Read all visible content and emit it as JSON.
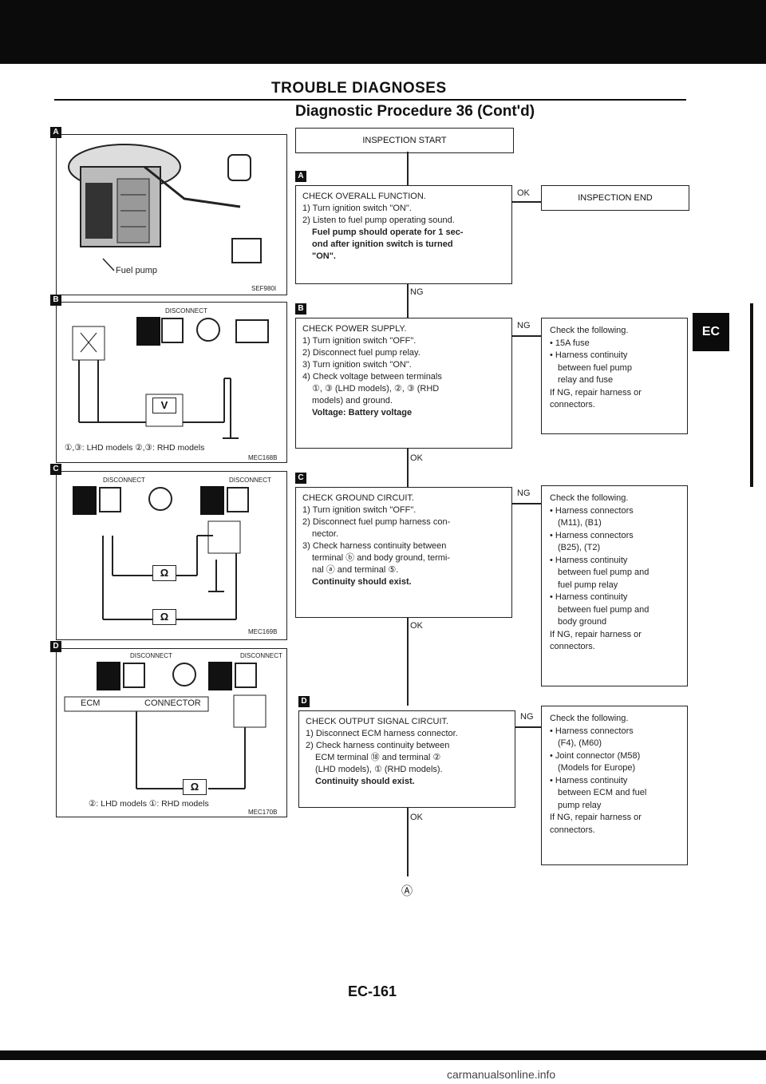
{
  "header": {
    "title": "TROUBLE DIAGNOSES",
    "subtitle": "Diagnostic Procedure 36 (Cont'd)"
  },
  "flow": {
    "start": "INSPECTION START",
    "end": "INSPECTION END",
    "stepA": {
      "marker": "A",
      "title": "CHECK OVERALL FUNCTION.",
      "lines": [
        "1) Turn ignition switch \"ON\".",
        "2) Listen to fuel pump operating sound."
      ],
      "result": "Fuel pump should operate for 1 sec-",
      "result2": "ond after ignition switch is turned",
      "result3": "\"ON\"."
    },
    "stepB": {
      "marker": "B",
      "title": "CHECK POWER SUPPLY.",
      "lines": [
        "1) Turn ignition switch \"OFF\".",
        "2) Disconnect fuel pump relay.",
        "3) Turn ignition switch \"ON\".",
        "4) Check voltage between terminals",
        "①, ③ (LHD models), ②, ③ (RHD",
        "models) and ground."
      ],
      "result": "Voltage: Battery voltage"
    },
    "stepC": {
      "marker": "C",
      "title": "CHECK GROUND CIRCUIT.",
      "lines": [
        "1) Turn ignition switch \"OFF\".",
        "2) Disconnect fuel pump harness con-",
        "nector.",
        "3) Check harness continuity between",
        "terminal ⓑ and body ground, termi-",
        "nal ⓐ and terminal ⑤."
      ],
      "result": "Continuity should exist."
    },
    "stepD": {
      "marker": "D",
      "title": "CHECK OUTPUT SIGNAL CIRCUIT.",
      "lines": [
        "1) Disconnect ECM harness connector.",
        "2) Check harness continuity between",
        "ECM terminal ⑱ and terminal ②",
        "(LHD models), ① (RHD models)."
      ],
      "result": "Continuity should exist."
    },
    "ok": "OK",
    "ng": "NG",
    "continue": "Ⓐ"
  },
  "checks": {
    "B": [
      "Check the following.",
      "• 15A fuse",
      "• Harness continuity",
      "between fuel pump",
      "relay and fuse",
      "If NG, repair harness or",
      "connectors."
    ],
    "C": [
      "Check the following.",
      "• Harness connectors",
      "(M11), (B1)",
      "• Harness connectors",
      "(B25), (T2)",
      "• Harness continuity",
      "between fuel pump and",
      "fuel pump relay",
      "• Harness continuity",
      "between fuel pump and",
      "body ground",
      "If NG, repair harness or",
      "connectors."
    ],
    "D": [
      "Check the following.",
      "• Harness connectors",
      "(F4), (M60)",
      "• Joint connector (M58)",
      "(Models for Europe)",
      "• Harness continuity",
      "between ECM and fuel",
      "pump relay",
      "If NG, repair harness or",
      "connectors."
    ]
  },
  "figures": {
    "A": {
      "marker": "A",
      "label": "Fuel pump",
      "code": "SEF980I"
    },
    "B": {
      "marker": "B",
      "caption": "①,③: LHD models  ②,③: RHD models",
      "code": "MEC168B",
      "meter": "V",
      "conn": "DISCONNECT"
    },
    "C": {
      "marker": "C",
      "code": "MEC169B",
      "meter": "Ω",
      "conn": "DISCONNECT"
    },
    "D": {
      "marker": "D",
      "caption": "②: LHD models   ①: RHD models",
      "code": "MEC170B",
      "meter": "Ω",
      "ecm": "ECM",
      "connector": "CONNECTOR",
      "conn": "DISCONNECT"
    }
  },
  "sidebar": {
    "tab": "EC"
  },
  "page": {
    "number": "EC-161"
  },
  "footer": {
    "text": "carmanualsonline.info"
  }
}
